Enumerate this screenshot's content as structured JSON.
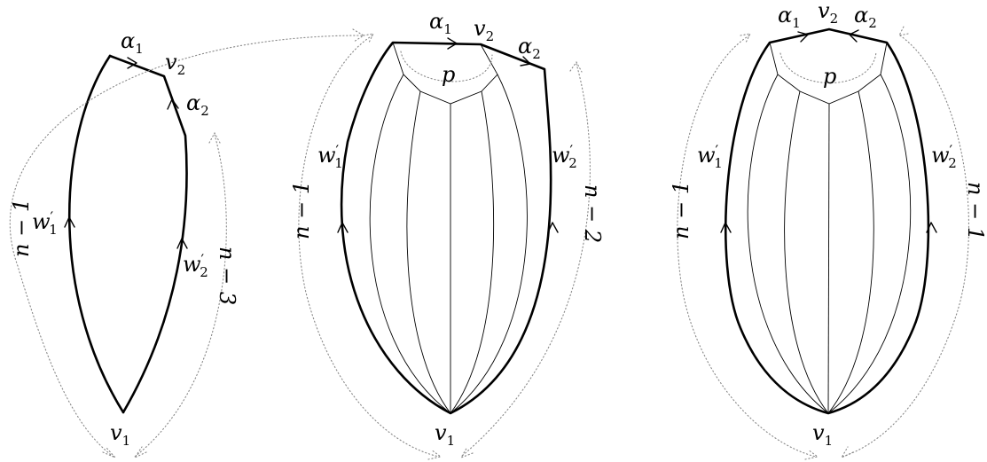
{
  "labels": {
    "alpha": "α",
    "v": "v",
    "w": "w",
    "p": "p",
    "sub1": "1",
    "sub2": "2",
    "prime": "′",
    "n_minus_1": "n − 1",
    "n_minus_2": "n − 2",
    "n_minus_3": "n − 3"
  },
  "colors": {
    "stroke": "#000000",
    "dotted": "#888888",
    "background": "#ffffff"
  }
}
